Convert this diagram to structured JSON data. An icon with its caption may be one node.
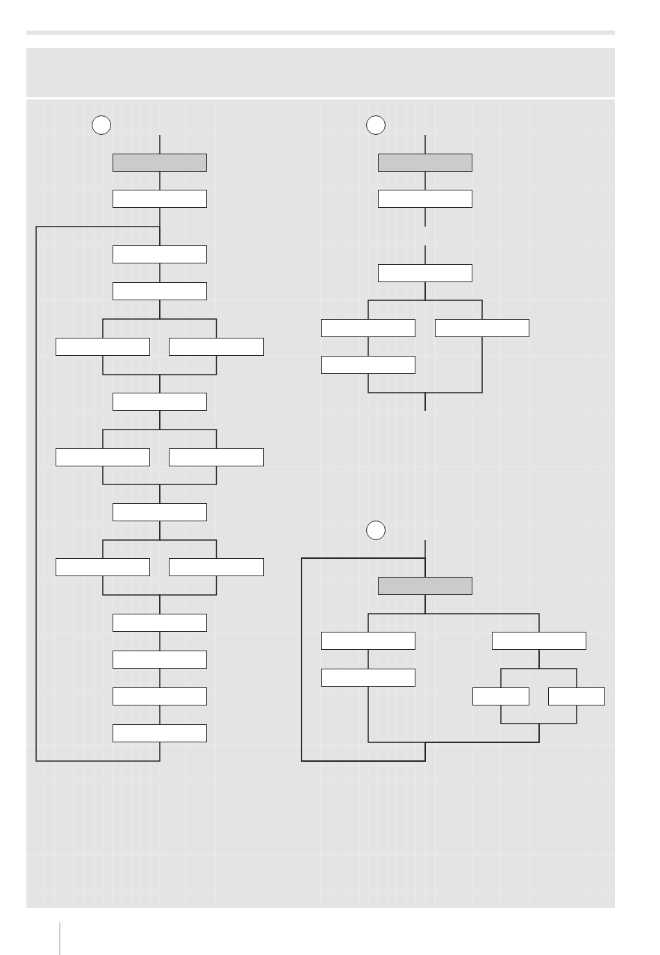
{
  "diagram": {
    "nodes": [
      {
        "text": [],
        "shape": "circle"
      },
      {
        "text": [],
        "shape": "box"
      },
      {
        "text": [],
        "shape": "box"
      },
      {
        "text": [],
        "shape": "box"
      },
      {
        "text": [],
        "shape": "box"
      },
      {
        "text": [],
        "shape": "box"
      },
      {
        "text": [],
        "shape": "box"
      },
      {
        "text": [],
        "shape": "box"
      },
      {
        "text": [],
        "shape": "box"
      },
      {
        "text": [],
        "shape": "box"
      },
      {
        "text": [],
        "shape": "box"
      },
      {
        "text": [],
        "shape": "box"
      },
      {
        "text": [],
        "shape": "box"
      },
      {
        "text": [],
        "shape": "box"
      },
      {
        "text": [],
        "shape": "box"
      },
      {
        "text": [],
        "shape": "box"
      },
      {
        "text": [],
        "shape": "box"
      },
      {
        "text": [],
        "shape": "circle"
      },
      {
        "text": [],
        "shape": "box"
      },
      {
        "text": [],
        "shape": "box"
      },
      {
        "text": [],
        "shape": "box"
      },
      {
        "text": [],
        "shape": "box"
      },
      {
        "text": [],
        "shape": "box"
      },
      {
        "text": [],
        "shape": "box"
      },
      {
        "text": [],
        "shape": "circle"
      },
      {
        "text": [],
        "shape": "box"
      },
      {
        "text": [],
        "shape": "box"
      },
      {
        "text": [],
        "shape": "box"
      },
      {
        "text": [],
        "shape": "box"
      },
      {
        "text": [],
        "shape": "box"
      },
      {
        "text": [],
        "shape": "box"
      }
    ],
    "edges": [
      {
        "from": null,
        "to": 1,
        "arrow": "none"
      },
      {
        "from": 1,
        "to": 2,
        "arrow": "none"
      },
      {
        "from": 2,
        "to": 3,
        "arrow": "none"
      },
      {
        "from": 3,
        "to": 4,
        "arrow": "none"
      },
      {
        "from": 4,
        "to": 5,
        "arrow": "none"
      },
      {
        "from": 4,
        "to": 6,
        "arrow": "none"
      },
      {
        "from": 5,
        "to": 7,
        "arrow": "none"
      },
      {
        "from": 6,
        "to": 7,
        "arrow": "none"
      },
      {
        "from": 7,
        "to": 8,
        "arrow": "none"
      },
      {
        "from": 7,
        "to": 9,
        "arrow": "none"
      },
      {
        "from": 8,
        "to": 10,
        "arrow": "none"
      },
      {
        "from": 9,
        "to": 10,
        "arrow": "none"
      },
      {
        "from": 10,
        "to": 11,
        "arrow": "none"
      },
      {
        "from": 10,
        "to": 12,
        "arrow": "none"
      },
      {
        "from": 11,
        "to": 13,
        "arrow": "none"
      },
      {
        "from": 12,
        "to": 13,
        "arrow": "none"
      },
      {
        "from": 13,
        "to": 14,
        "arrow": "none"
      },
      {
        "from": 14,
        "to": 15,
        "arrow": "none"
      },
      {
        "from": 15,
        "to": 16,
        "arrow": "none"
      },
      {
        "from": 16,
        "to": 3,
        "arrow": "none"
      },
      {
        "from": null,
        "to": 18,
        "arrow": "none"
      },
      {
        "from": 18,
        "to": 19,
        "arrow": "none"
      },
      {
        "from": 19,
        "to": null,
        "arrow": "none"
      },
      {
        "from": null,
        "to": 20,
        "arrow": "none"
      },
      {
        "from": 20,
        "to": 21,
        "arrow": "none"
      },
      {
        "from": 20,
        "to": 22,
        "arrow": "none"
      },
      {
        "from": 21,
        "to": 23,
        "arrow": "none"
      },
      {
        "from": 23,
        "to": null,
        "arrow": "none"
      },
      {
        "from": 22,
        "to": null,
        "arrow": "none"
      },
      {
        "from": null,
        "to": 25,
        "arrow": "none"
      },
      {
        "from": 25,
        "to": 26,
        "arrow": "none"
      },
      {
        "from": 25,
        "to": 27,
        "arrow": "none"
      },
      {
        "from": 26,
        "to": 28,
        "arrow": "none"
      },
      {
        "from": 27,
        "to": 29,
        "arrow": "none"
      },
      {
        "from": 27,
        "to": 30,
        "arrow": "none"
      },
      {
        "from": 28,
        "to": 25,
        "arrow": "none"
      },
      {
        "from": 29,
        "to": 25,
        "arrow": "none"
      },
      {
        "from": 30,
        "to": 25,
        "arrow": "none"
      }
    ]
  }
}
